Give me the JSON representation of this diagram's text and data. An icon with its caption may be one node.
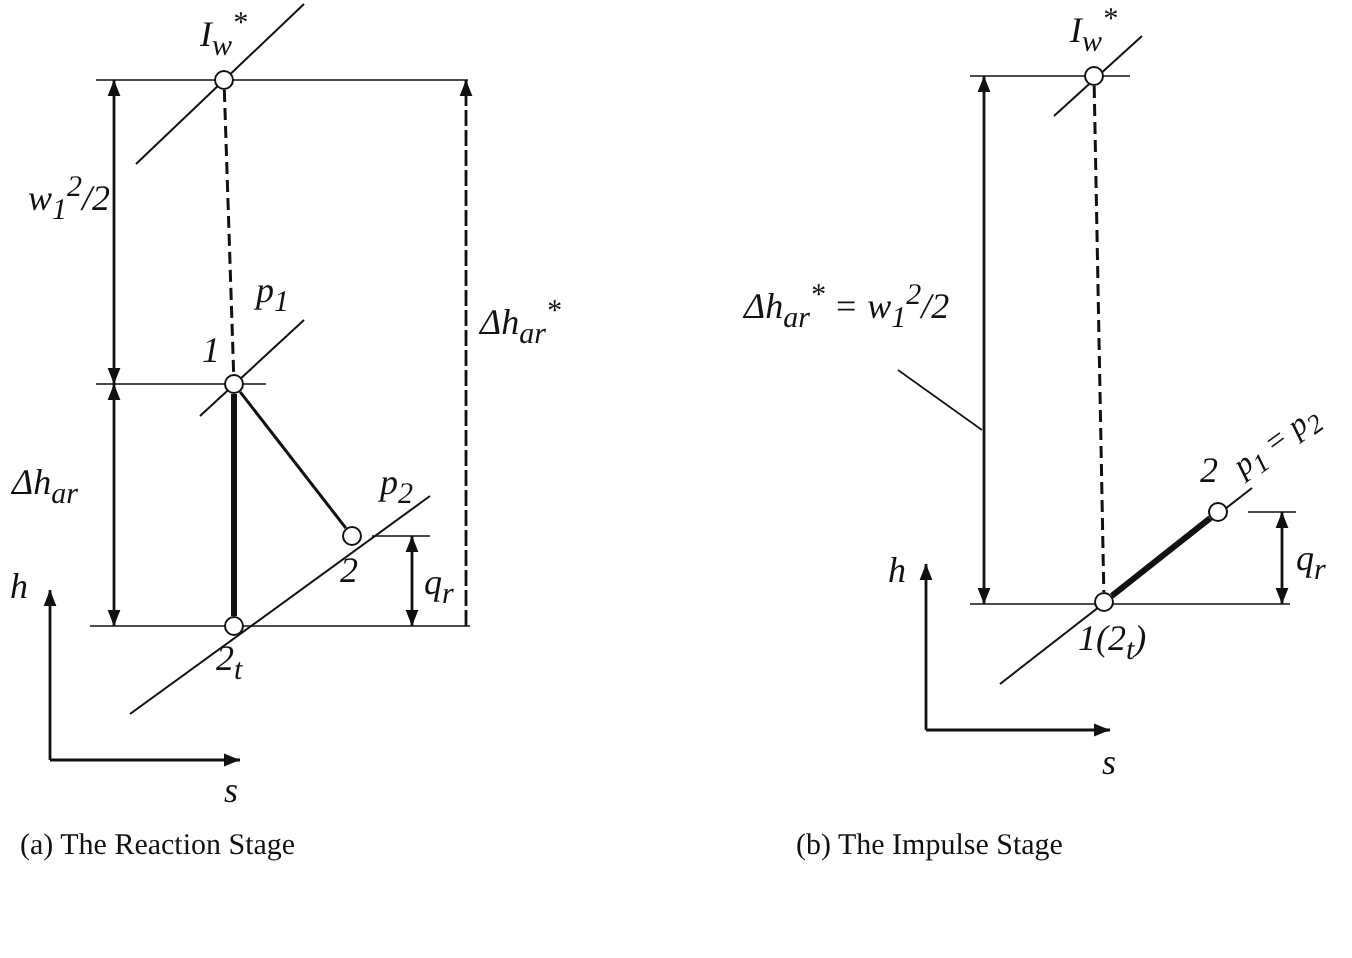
{
  "diagram": {
    "nodes": [
      {
        "text": [
          "I$_{w}$$^{*}$"
        ]
      },
      {
        "text": [
          "1"
        ]
      },
      {
        "text": [
          "2"
        ]
      },
      {
        "text": [
          "2$_{t}$"
        ]
      },
      {
        "text": [
          "I$_{w}$$^{*}$"
        ]
      },
      {
        "text": [
          "2"
        ]
      },
      {
        "text": [
          "1(2$_{t}$)"
        ]
      },
      {
        "text": [
          "Δh$_{ar}$$^{*}$ = w$_{1}$$^{2}$/2"
        ]
      }
    ],
    "edges": [
      {
        "from": 0,
        "to": 1,
        "arrow": "none",
        "style": "dashed"
      },
      {
        "from": 1,
        "to": 3,
        "arrow": "none",
        "style": "thick"
      },
      {
        "from": 1,
        "to": 2,
        "arrow": "none"
      },
      {
        "from": 4,
        "to": 6,
        "arrow": "none",
        "style": "dashed"
      },
      {
        "from": 6,
        "to": 5,
        "arrow": "none",
        "style": "thick"
      },
      {
        "from": 7,
        "to": null,
        "arrow": "none"
      }
    ],
    "labels": [
      "w$_{1}$$^{2}$/2",
      "p$_{1}$",
      "Δh$_{ar}$$^{*}$",
      "Δh$_{ar}$",
      "p$_{2}$",
      "h",
      "q$_{r}$",
      "s",
      "p$_{1}$ = p$_{2}$",
      "h",
      "q$_{r}$",
      "s",
      "(a) The Reaction Stage",
      "(b) The Impulse Stage"
    ]
  }
}
